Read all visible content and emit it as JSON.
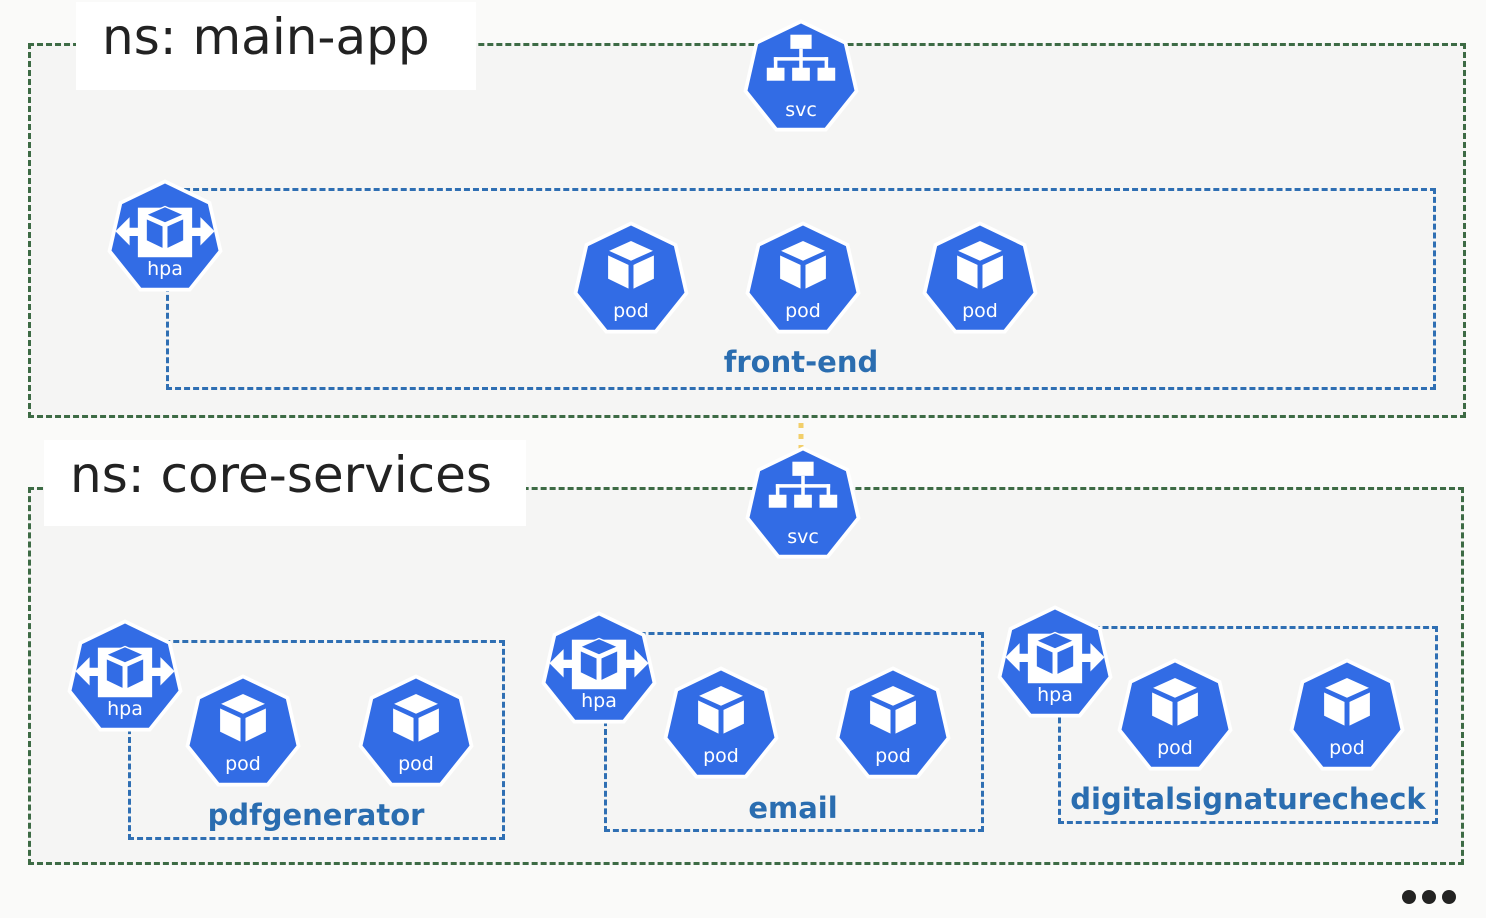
{
  "namespaces": [
    {
      "label": "ns: main-app"
    },
    {
      "label": "ns: core-services"
    }
  ],
  "groups": {
    "frontend": "front-end",
    "pdfgenerator": "pdfgenerator",
    "email": "email",
    "digitalsignaturecheck": "digitalsignaturecheck"
  },
  "icons": {
    "svc": "svc",
    "hpa": "hpa",
    "pod": "pod"
  },
  "colors": {
    "k8s_blue": "#326ce5",
    "namespace_border": "#3d6b45",
    "group_border": "#2f6fb3",
    "link": "#f2d06b"
  }
}
